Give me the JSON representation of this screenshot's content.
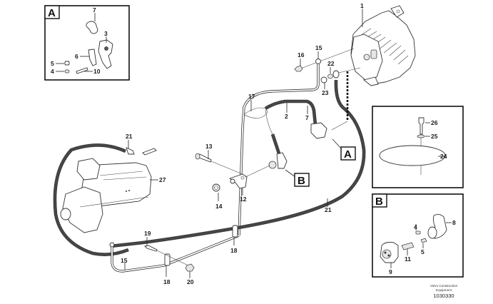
{
  "diagram": {
    "title": "Alternator and starter motor cabling",
    "detail_a": {
      "label": "A",
      "callouts": [
        "7",
        "3",
        "6",
        "5",
        "4",
        "10"
      ]
    },
    "detail_b": {
      "label": "B",
      "callouts": [
        "8",
        "4",
        "5",
        "11",
        "9"
      ]
    },
    "detail_plate": {
      "callouts": [
        "26",
        "25",
        "24"
      ]
    },
    "main_callouts": {
      "c1": "1",
      "c15a": "15",
      "c16": "16",
      "c22": "22",
      "c23": "23",
      "c17": "17",
      "c2": "2",
      "c7": "7",
      "c21a": "21",
      "c13": "13",
      "c27": "27",
      "c14": "14",
      "c12": "12",
      "c21b": "21",
      "c19": "19",
      "c18a": "18",
      "c15b": "15",
      "c18b": "18",
      "c20": "20"
    },
    "ref_boxes": {
      "a": "A",
      "b": "B"
    },
    "credit": {
      "line1": "Volvo Construction",
      "line2": "Equipment",
      "doc_number": "1030330"
    }
  }
}
